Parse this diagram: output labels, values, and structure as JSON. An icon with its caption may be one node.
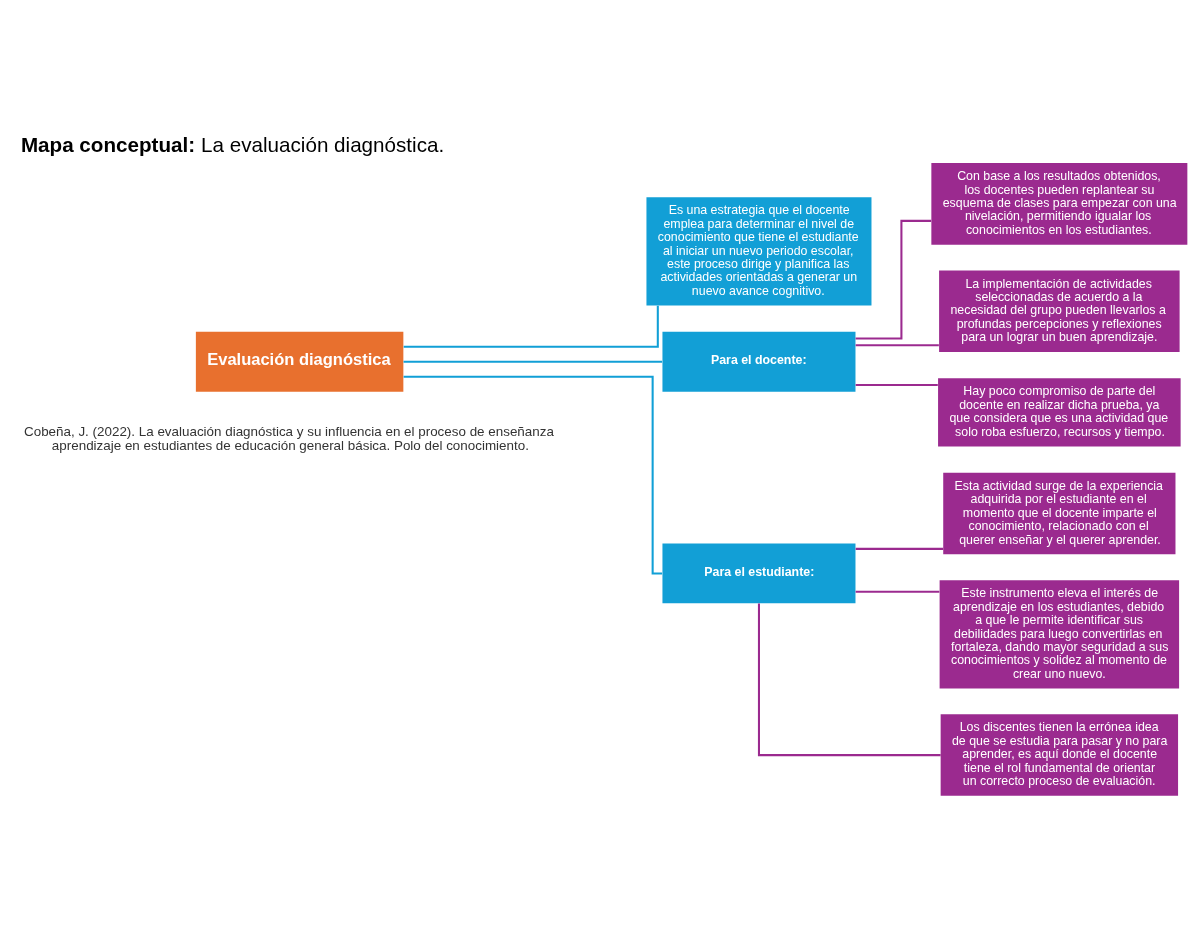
{
  "diagram": {
    "title": "**Mapa conceptual:** La evaluación diagnóstica.",
    "caption": "Cobeña, J. (2022). La evaluación diagnóstica y su influencia en el proceso de enseñanza aprendizaje en estudiantes de educación general básica. Polo del conocimiento.",
    "nodes": [
      {
        "text": [
          "Evaluación diagnóstica"
        ]
      },
      {
        "text": [
          "Es una estrategia que el docente emplea para determinar el nivel de conocimiento que tiene el estudiante al iniciar un nuevo periodo escolar, este proceso dirige y planifica las actividades orientadas a generar un nuevo avance cognitivo."
        ]
      },
      {
        "text": [
          "Para el docente:"
        ]
      },
      {
        "text": [
          "Para el estudiante:"
        ]
      },
      {
        "text": [
          "Con base a los resultados obtenidos, los docentes pueden replantear su esquema de clases para empezar con una nivelación, permitiendo igualar los conocimientos en los estudiantes."
        ]
      },
      {
        "text": [
          "La implementación de actividades seleccionadas de acuerdo a la necesidad del grupo pueden llevarlos a profundas percepciones y reflexiones para un lograr un buen aprendizaje."
        ]
      },
      {
        "text": [
          "Hay poco compromiso de parte del docente en realizar dicha prueba, ya que considera que es una actividad que solo roba esfuerzo, recursos y tiempo."
        ]
      },
      {
        "text": [
          "Esta actividad surge de la experiencia adquirida por el estudiante en el momento que el docente imparte el conocimiento, relacionado con el querer enseñar y el querer aprender."
        ]
      },
      {
        "text": [
          "Este instrumento eleva el interés de aprendizaje en los estudiantes, debido a que le permite identificar sus debilidades para luego convertirlas en fortaleza, dando mayor seguridad a sus conocimientos y solidez al momento de crear uno nuevo."
        ]
      },
      {
        "text": [
          "Los discentes tienen la errónea idea de que se estudia para pasar y no para aprender, es aquí donde el docente tiene el rol fundamental de orientar un correcto proceso de evaluación."
        ]
      }
    ],
    "edges": [
      {
        "from": 0,
        "to": 1,
        "arrow": "none",
        "color": "#119fd6"
      },
      {
        "from": 0,
        "to": 2,
        "arrow": "none",
        "color": "#119fd6"
      },
      {
        "from": 0,
        "to": 3,
        "arrow": "none",
        "color": "#119fd6"
      },
      {
        "from": 2,
        "to": 4,
        "arrow": "none"
      },
      {
        "from": 2,
        "to": 5,
        "arrow": "none"
      },
      {
        "from": 2,
        "to": 6,
        "arrow": "none"
      },
      {
        "from": 3,
        "to": 7,
        "arrow": "none"
      },
      {
        "from": 3,
        "to": 8,
        "arrow": "none"
      },
      {
        "from": 3,
        "to": 9,
        "arrow": "none"
      }
    ]
  }
}
